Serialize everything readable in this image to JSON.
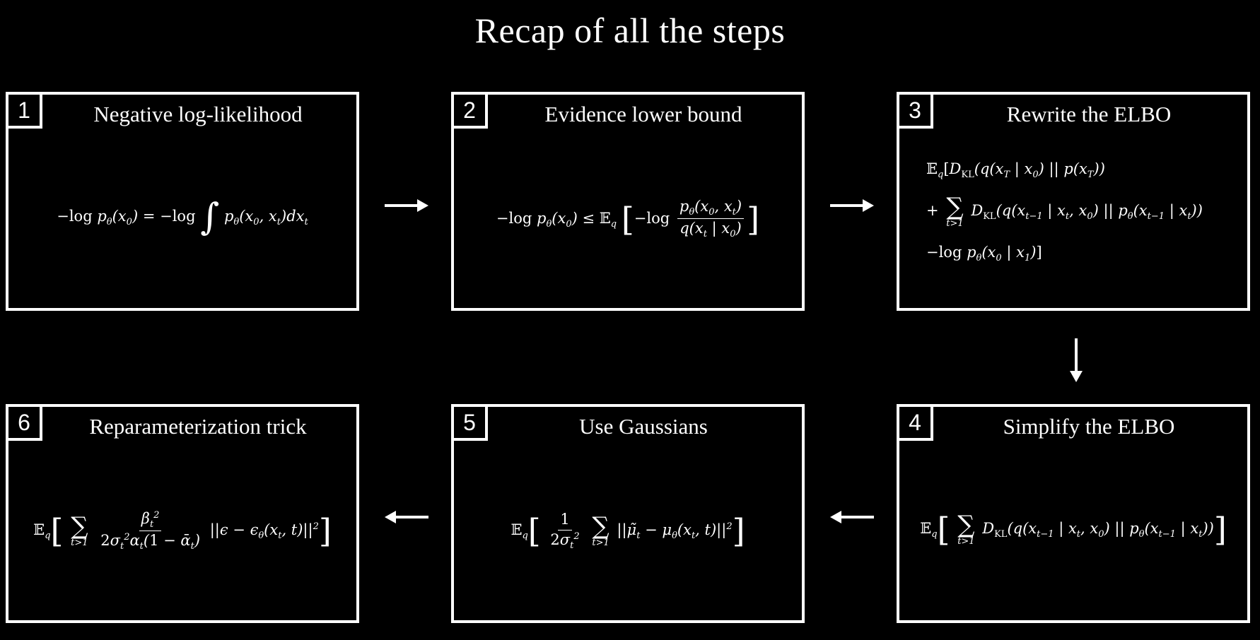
{
  "title": "Recap of all the steps",
  "steps": [
    {
      "number": "1",
      "title": "Negative log-likelihood",
      "formula": "−log pθ(x0) = −log ∫ pθ(x0, xt) dxt"
    },
    {
      "number": "2",
      "title": "Evidence lower bound",
      "formula": "−log pθ(x0) ≤ Eq[−log pθ(x0, xt) / q(xt | x0)]"
    },
    {
      "number": "3",
      "title": "Rewrite the ELBO",
      "formula_lines": [
        "Eq[DKL(q(xT | x0) || p(xT))",
        "+ Σt>1 DKL(q(xt−1 | xt, x0) || pθ(xt−1 | xt))",
        "−log pθ(x0 | x1)]"
      ]
    },
    {
      "number": "4",
      "title": "Simplify the ELBO",
      "formula": "Eq[Σt>1 DKL(q(xt−1 | xt, x0) || pθ(xt−1 | xt))]"
    },
    {
      "number": "5",
      "title": "Use Gaussians",
      "formula": "Eq[1/(2σt²) Σt>1 ||μ̃t − μθ(xt, t)||²]"
    },
    {
      "number": "6",
      "title": "Reparameterization trick",
      "formula": "Eq[Σt>1 βt²/(2σt² αt(1 − ᾱt)) ||ε − εθ(xt, t)||²]"
    }
  ]
}
